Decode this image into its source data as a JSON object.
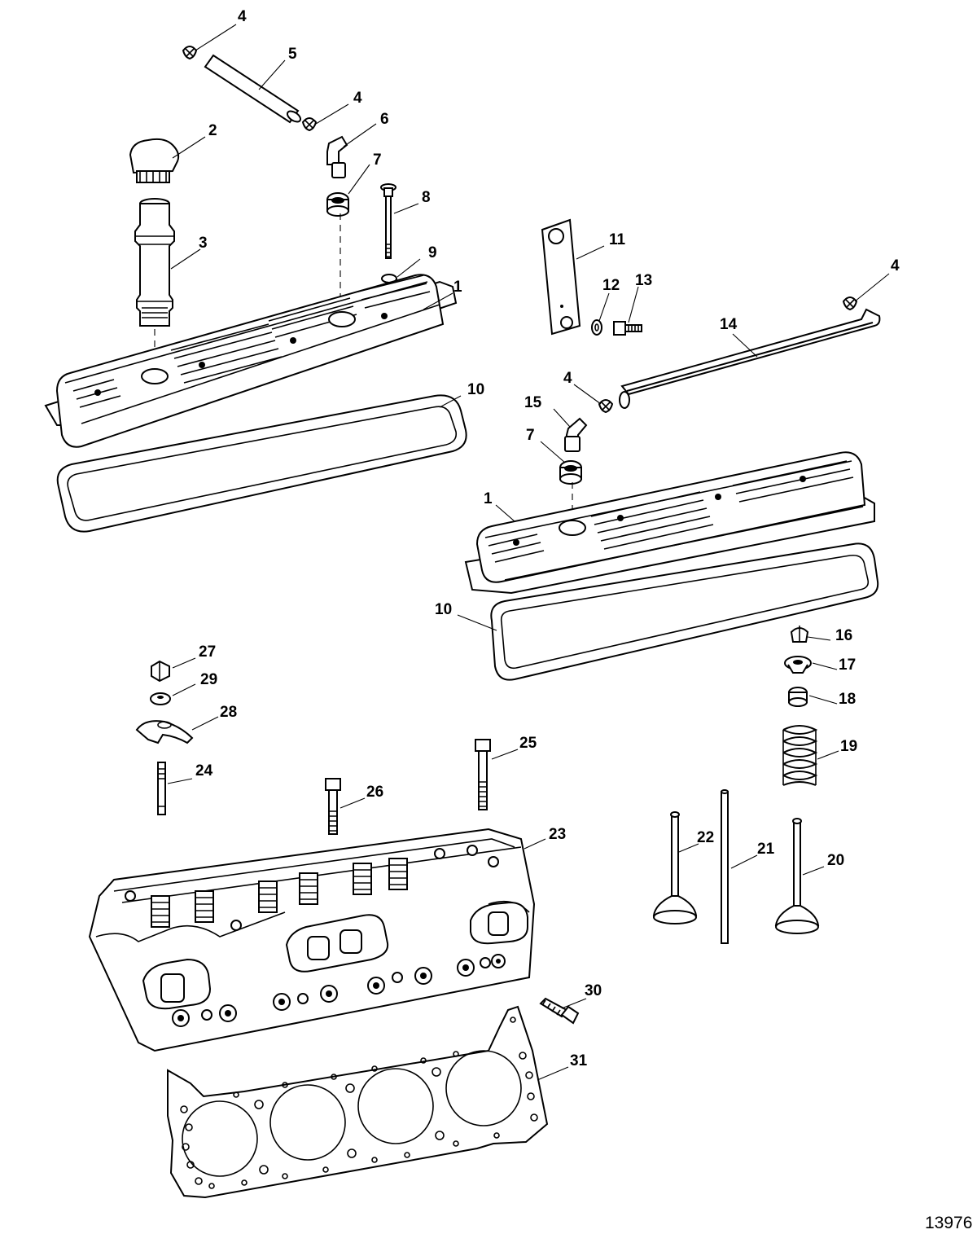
{
  "drawing": {
    "id": "13976",
    "callouts": [
      "4",
      "5",
      "4",
      "6",
      "2",
      "7",
      "8",
      "3",
      "9",
      "1",
      "10",
      "11",
      "12",
      "13",
      "4",
      "14",
      "4",
      "15",
      "7",
      "1",
      "10",
      "16",
      "17",
      "27",
      "29",
      "28",
      "18",
      "25",
      "19",
      "24",
      "26",
      "23",
      "22",
      "21",
      "20",
      "30",
      "31"
    ]
  }
}
